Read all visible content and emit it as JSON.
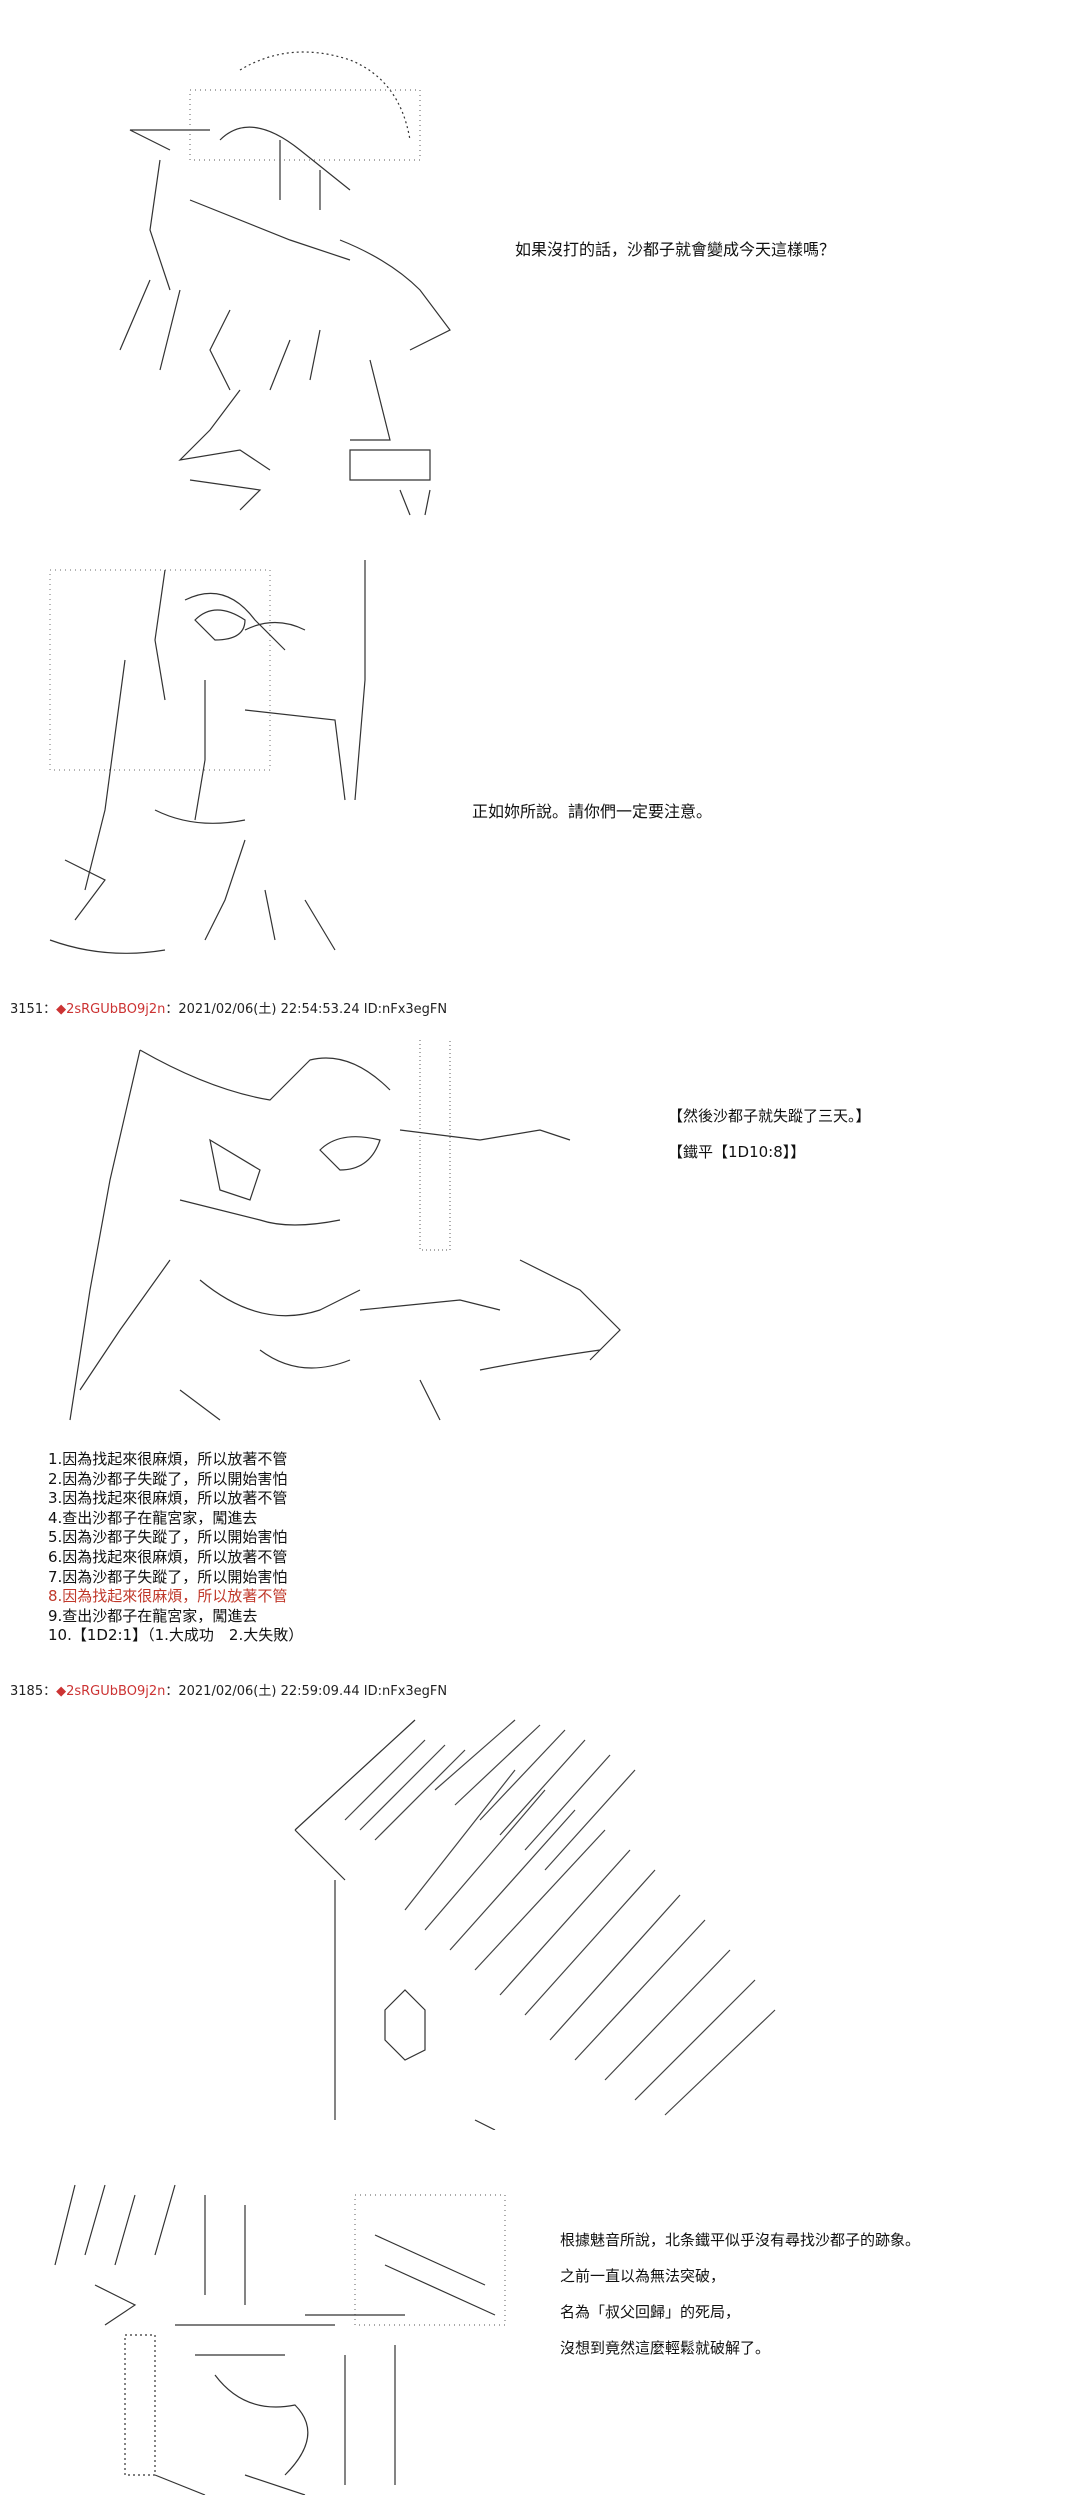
{
  "panels": [
    {
      "dialog": "如果沒打的話，沙都子就會變成今天這樣嗎？"
    },
    {
      "dialog": "正如妳所說。請你們一定要注意。"
    }
  ],
  "posts": [
    {
      "number": "3151",
      "separator": "：",
      "trip": "◆2sRGUbBO9j2n",
      "date": "2021/02/06(土) 22:54:53.24 ID:nFx3egFN",
      "lines": [
        "【然後沙都子就失蹤了三天。】",
        "【鐵平【1D10:8】】"
      ],
      "options": [
        "1.因為找起來很麻煩，所以放著不管",
        "2.因為沙都子失蹤了，所以開始害怕",
        "3.因為找起來很麻煩，所以放著不管",
        "4.查出沙都子在龍宮家，闖進去",
        "5.因為沙都子失蹤了，所以開始害怕",
        "6.因為找起來很麻煩，所以放著不管",
        "7.因為沙都子失蹤了，所以開始害怕",
        "8.因為找起來很麻煩，所以放著不管",
        "9.查出沙都子在龍宮家，闖進去",
        "10.【1D2:1】（1.大成功　2.大失敗）"
      ],
      "highlight_index": 7,
      "highlight_color": "#c0392b"
    },
    {
      "number": "3185",
      "separator": "：",
      "trip": "◆2sRGUbBO9j2n",
      "date": "2021/02/06(土) 22:59:09.44 ID:nFx3egFN",
      "narration": [
        "根據魅音所說，北条鐵平似乎沒有尋找沙都子的跡象。",
        "之前一直以為無法突破，",
        "名為「叔父回歸」的死局，",
        "沒想到竟然這麼輕鬆就破解了。"
      ]
    }
  ],
  "colors": {
    "trip": "#cc3333",
    "text": "#111111",
    "line_art": "#333333"
  }
}
